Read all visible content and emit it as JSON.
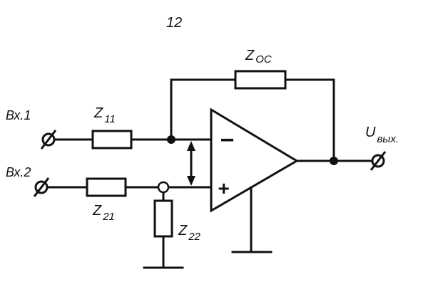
{
  "figure_number": "12",
  "inputs": {
    "in1": "Вх.1",
    "in2": "Вх.2"
  },
  "output": {
    "main": "U",
    "sub": "вых."
  },
  "components": {
    "z11": {
      "main": "Z",
      "sub": "11"
    },
    "z21": {
      "main": "Z",
      "sub": "21"
    },
    "z22": {
      "main": "Z",
      "sub": "22"
    },
    "zoc": {
      "main": "Z",
      "sub": "ОС"
    }
  },
  "opamp": {
    "minus": "−",
    "plus": "+"
  },
  "colors": {
    "ink": "#111111",
    "paper": "#ffffff"
  }
}
